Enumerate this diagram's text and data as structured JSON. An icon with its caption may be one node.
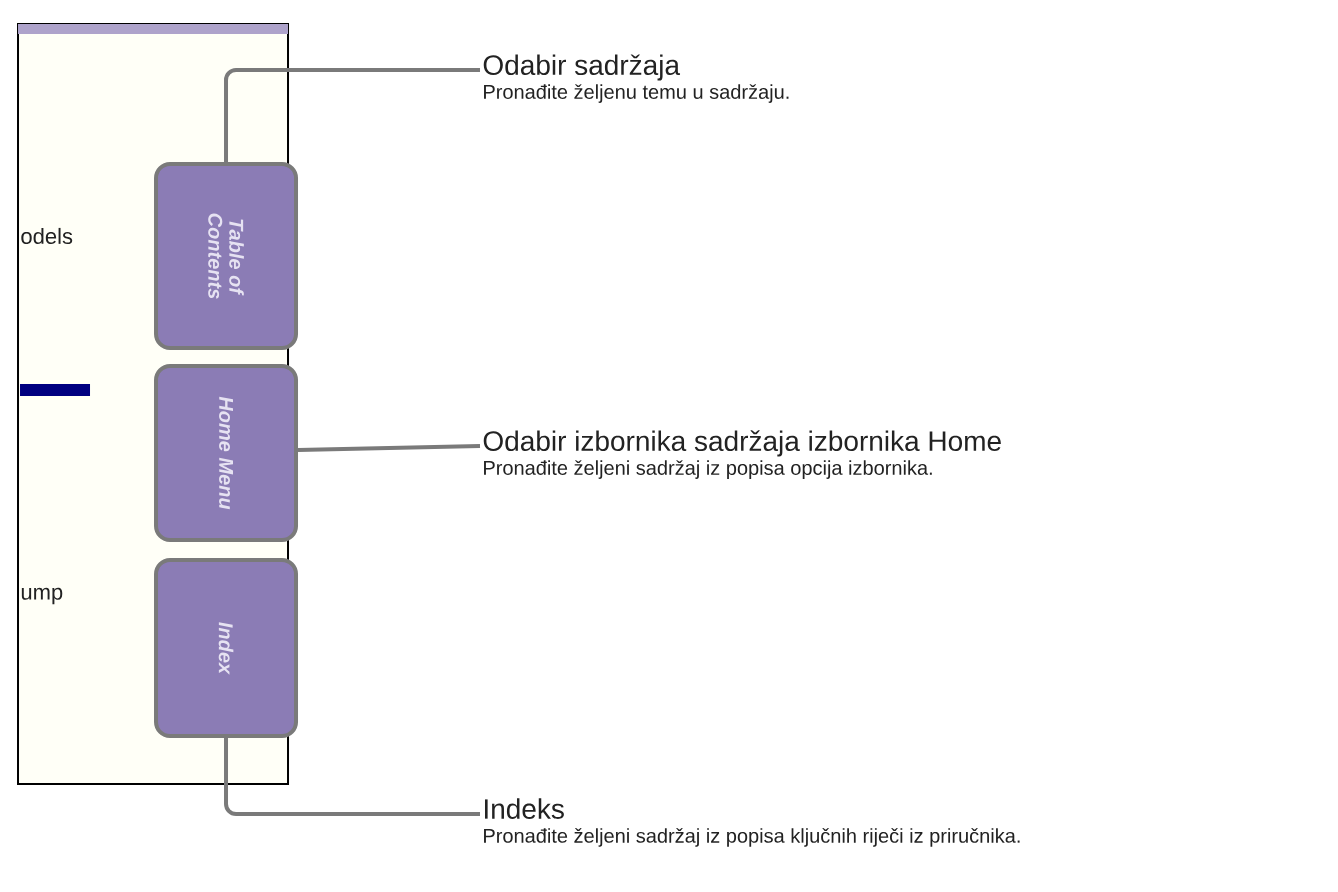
{
  "diagram": {
    "nodes": [
      {
        "text": [
          "Table of Contents"
        ]
      },
      {
        "text": [
          "Home Menu"
        ]
      },
      {
        "text": [
          "Index"
        ]
      },
      {
        "text": [
          "Odabir sadržaja",
          "Pronađite željenu temu u sadržaju."
        ]
      },
      {
        "text": [
          "Odabir izbornika sadržaja izbornika Home",
          "Pronađite željeni sadržaj iz popisa opcija izbornika."
        ]
      },
      {
        "text": [
          "Indeks",
          "Pronađite željeni sadržaj iz popisa ključnih riječi iz priručnika."
        ]
      }
    ],
    "edges": [
      {
        "from": 3,
        "to": 0,
        "arrow": "none"
      },
      {
        "from": 4,
        "to": 1,
        "arrow": "none"
      },
      {
        "from": 5,
        "to": 2,
        "arrow": "none"
      }
    ],
    "labels": [
      "odels",
      "ump"
    ]
  }
}
